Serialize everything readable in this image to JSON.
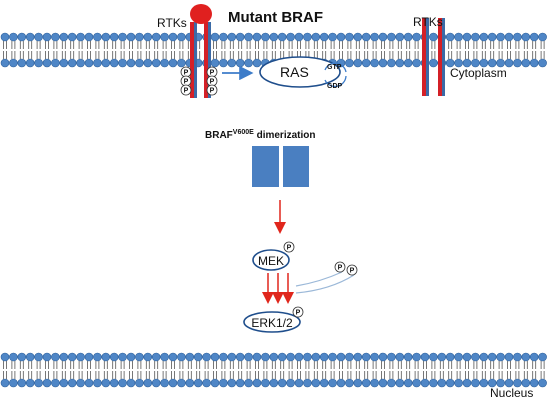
{
  "title": "Mutant BRAF",
  "labels": {
    "rtk_left": "RTKs",
    "rtk_right": "RTKs",
    "cytoplasm": "Cytoplasm",
    "nucleus": "Nucleus",
    "ras": "RAS",
    "gtp": "GTP",
    "gdp": "GDP",
    "braf_prefix": "BRAF",
    "braf_superscript": "V600E",
    "braf_suffix": " dimerization",
    "mek": "MEK",
    "erk": "ERK1/2",
    "phospho": "P"
  },
  "colors": {
    "membrane_head": "#4f86c6",
    "membrane_outline": "#2d5f9a",
    "receptor_red": "#d42027",
    "receptor_blue": "#3b6aa6",
    "braf_block": "#4a7fc1",
    "arrow_red": "#e0261c",
    "arrow_blue": "#3d7cc9",
    "oval_outline": "#1f4e8c"
  }
}
